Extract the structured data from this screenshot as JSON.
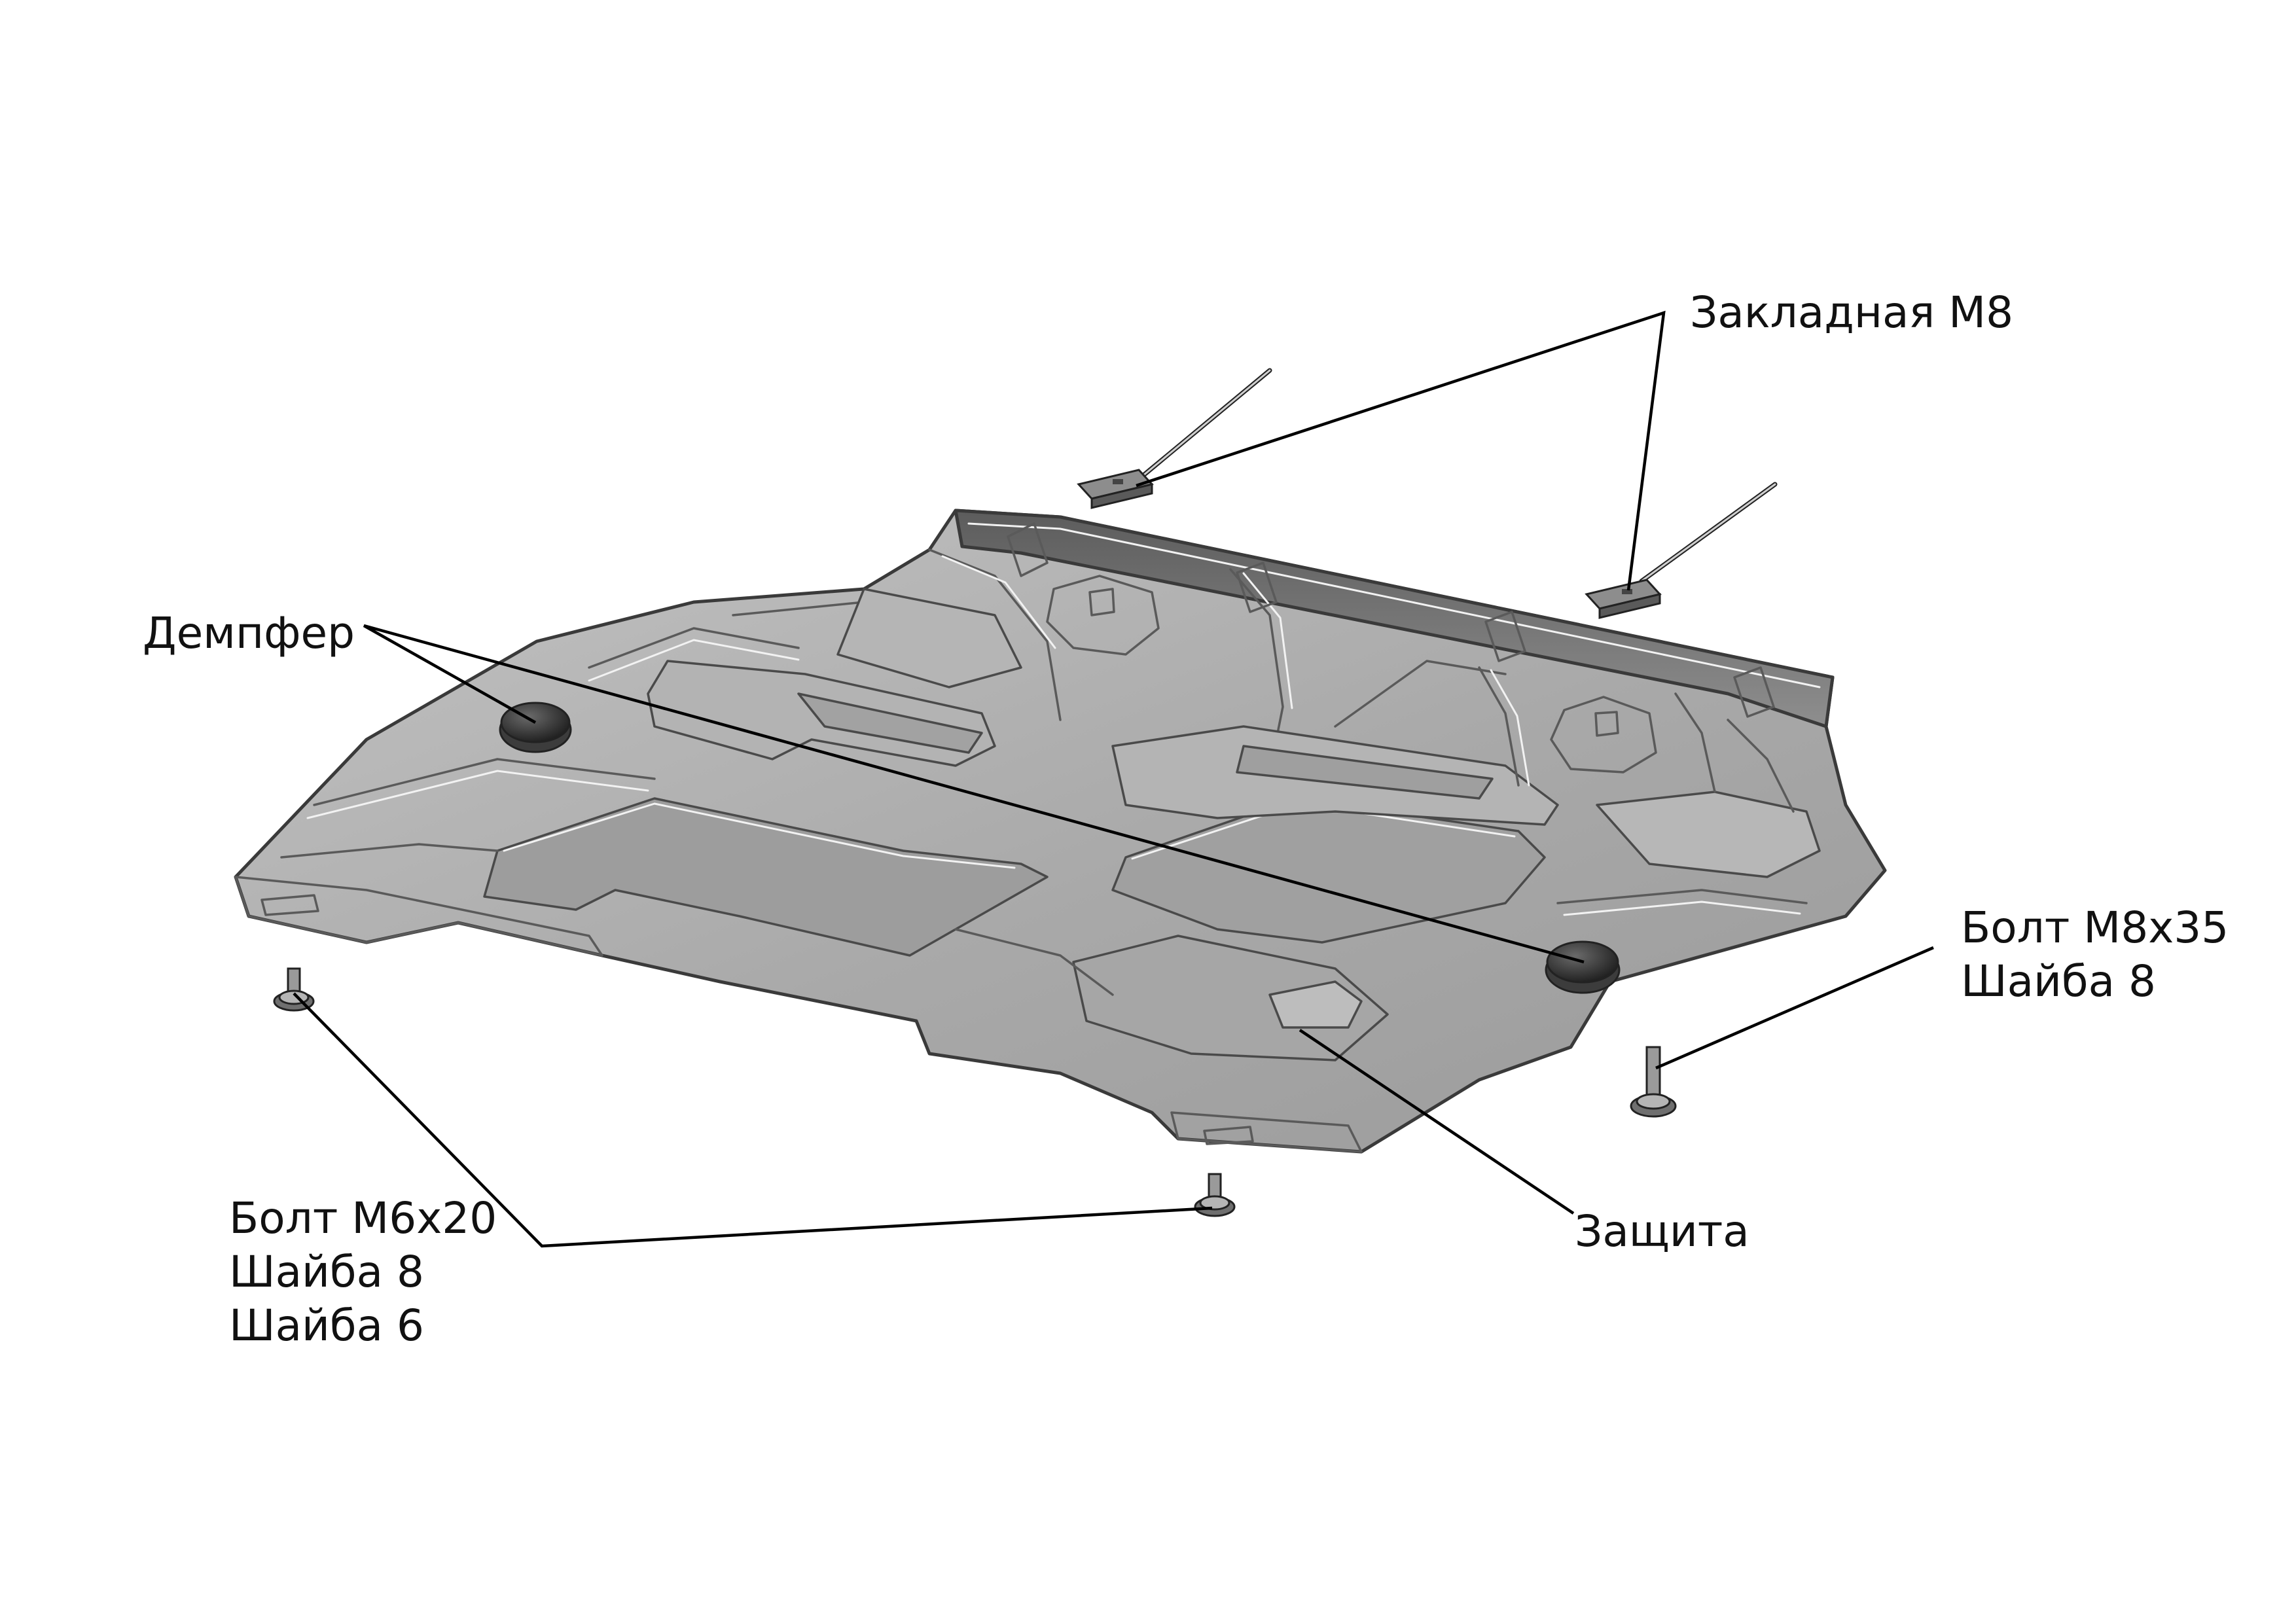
{
  "labels": {
    "insert": "Закладная М8",
    "damper": "Демпфер",
    "bolt_m8_line1": "Болт М8х35",
    "bolt_m8_line2": "Шайба 8",
    "bolt_m6_line1": "Болт М6х20",
    "bolt_m6_line2": "Шайба 8",
    "bolt_m6_line3": "Шайба 6",
    "guard": "Защита"
  },
  "colors": {
    "background": "#ffffff",
    "plate_fill": "#a9a9a9",
    "plate_light": "#d2d2d2",
    "plate_dark": "#8c8c8c",
    "flange": "#6f6f6f",
    "damper": "#2a2a2a",
    "leader_line": "#000000",
    "text": "#111111"
  }
}
